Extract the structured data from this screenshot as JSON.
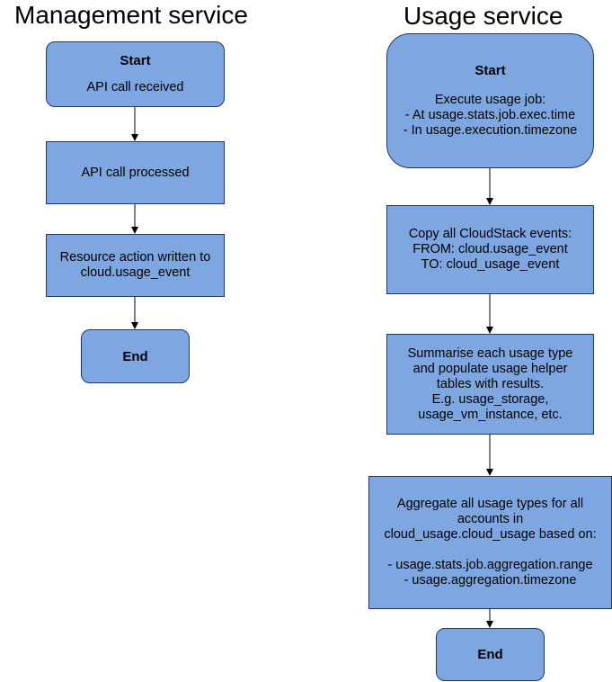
{
  "management": {
    "title": "Management service",
    "start": {
      "heading": "Start",
      "text": "API call received"
    },
    "processed": "API call processed",
    "resource_action": [
      "Resource action written to",
      "cloud.usage_event"
    ],
    "end": "End"
  },
  "usage": {
    "title": "Usage service",
    "start": {
      "heading": "Start",
      "lines": [
        "Execute usage job:",
        "- At usage.stats.job.exec.time",
        "- In usage.execution.timezone"
      ]
    },
    "copy": [
      "Copy all CloudStack events:",
      "FROM: cloud.usage_event",
      "TO: cloud_usage_event"
    ],
    "summarise": [
      "Summarise each usage type",
      "and populate usage helper",
      "tables with results.",
      "E.g. usage_storage,",
      "usage_vm_instance, etc."
    ],
    "aggregate": [
      "Aggregate all usage types for all",
      "accounts in",
      "cloud_usage.cloud_usage based on:",
      "",
      "- usage.stats.job.aggregation.range",
      "- usage.aggregation.timezone"
    ],
    "end": "End"
  },
  "colors": {
    "box_fill": "#7ea6e0",
    "box_border": "#1f3a64",
    "arrow": "#000000"
  }
}
